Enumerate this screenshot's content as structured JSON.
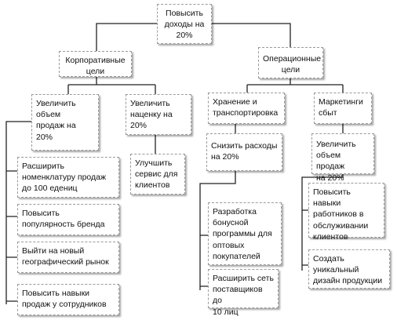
{
  "nodes": {
    "root": "Повысить\nдоходы на\n20%",
    "corporate": "Корпоративные\nцели",
    "operational": "Операционные\nцели",
    "sales_volume": "Увеличить\nобъем\nпродаж на\n20%",
    "markup": "Увеличить\nнаценку на\n20%",
    "storage": "Хранение и\nтранспортировка",
    "marketing": "Маркетинги\nсбыт",
    "assortment": "Расширить\nноменклатуру продаж\nдо 100 едениц",
    "brand": "Повысить\nпопулярность бренда",
    "geo_market": "Выйти на новый\nгеографический рынок",
    "sales_skills": "Повысить навыки\nпродаж у сотрудников",
    "service": "Улучшить\nсервис для\nклиентов",
    "cut_costs": "Снизить расходы\nна 20%",
    "bonus_program": "Разработка\nбонусной\nпрограммы для\nоптовых\nпокупателей",
    "suppliers": "Расширить сеть\nпоставщиков до\n10 лиц",
    "sales_volume_2": "Увеличить\nобъем продаж\nна 20%",
    "staff_skills": "Повысить\nнавыки\nработников в\nобслуживании\nклиентов",
    "design": "Создать\nуникальный\nдизайн продукции"
  }
}
